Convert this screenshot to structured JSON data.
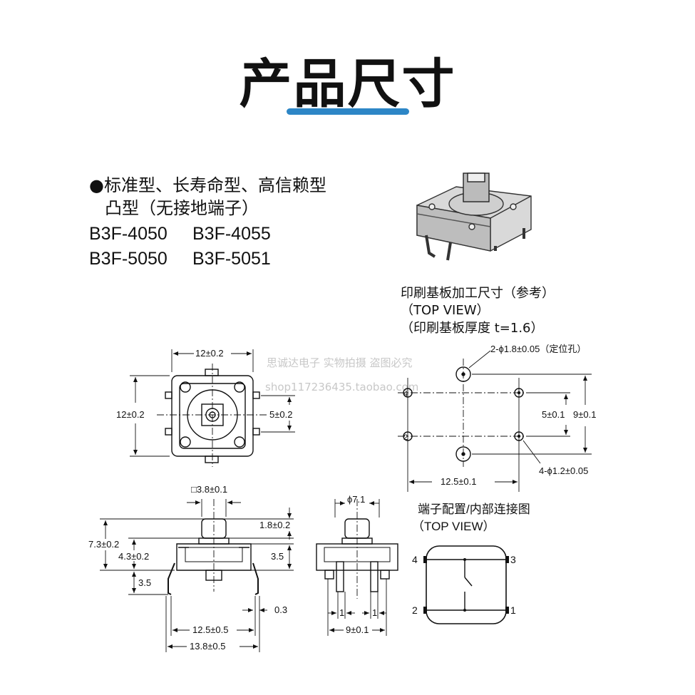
{
  "title": "产品尺寸",
  "series": {
    "line1": "●标准型、长寿命型、高信赖型",
    "line2": "凸型（无接地端子）",
    "models": [
      "B3F-4050",
      "B3F-4055",
      "B3F-5050",
      "B3F-5051"
    ]
  },
  "pcb": {
    "title": "印刷基板加工尺寸（参考）",
    "view": "（TOP VIEW）",
    "thickness": "（印刷基板厚度  t=1.6）",
    "hole_locate": "2-ϕ1.8±0.05（定位孔）",
    "dim_5": "5±0.1",
    "dim_9": "9±0.1",
    "dim_125": "12.5±0.1",
    "hole_small": "4-ϕ1.2±0.05",
    "pin_4": "4",
    "pin_2": "2"
  },
  "top_view": {
    "w": "12±0.2",
    "h": "12±0.2",
    "pitch": "5±0.2"
  },
  "side_view": {
    "stem": "□3.8±0.1",
    "h73": "7.3±0.2",
    "h43": "4.3±0.2",
    "h18": "1.8±0.2",
    "h35a": "3.5",
    "h35b": "3.5",
    "w125": "12.5±0.5",
    "w138": "13.8±0.5",
    "t03": "0.3"
  },
  "end_view": {
    "d71": "ϕ7.1",
    "one_a": "1",
    "one_b": "1",
    "w9": "9±0.1"
  },
  "wiring": {
    "title": "端子配置/内部连接图",
    "view": "（TOP VIEW）",
    "p1": "1",
    "p2": "2",
    "p3": "3",
    "p4": "4"
  },
  "watermark": {
    "line1": "思诚达电子 实物拍摄 盗图必究",
    "line2": "shop117236435.taobao.com"
  }
}
